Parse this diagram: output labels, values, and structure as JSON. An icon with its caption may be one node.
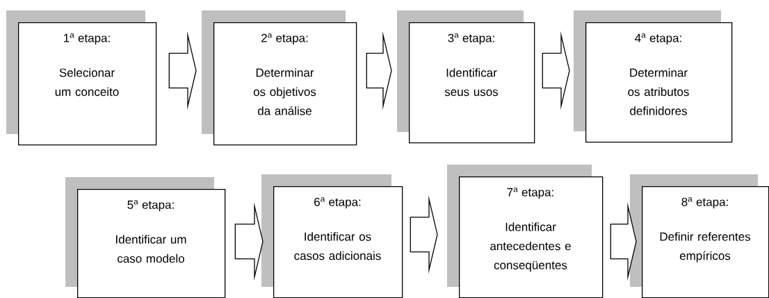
{
  "diagram": {
    "nodes": [
      {
        "text": [
          "1$^{a}$ etapa:",
          "Selecionar um conceito"
        ]
      },
      {
        "text": [
          "2$^{a}$ etapa:",
          "Determinar os objetivos da análise"
        ]
      },
      {
        "text": [
          "3$^{a}$ etapa:",
          "Identificar seus usos"
        ]
      },
      {
        "text": [
          "4$^{a}$ etapa:",
          "Determinar os atributos definidores"
        ]
      },
      {
        "text": [
          "5$^{a}$ etapa:",
          "Identificar um caso modelo"
        ]
      },
      {
        "text": [
          "6$^{a}$ etapa:",
          "Identificar os casos adicionais"
        ]
      },
      {
        "text": [
          "7$^{a}$ etapa:",
          "Identificar antecedentes e conseqüentes"
        ]
      },
      {
        "text": [
          "8$^{a}$ etapa:",
          "Definir referentes empíricos"
        ]
      }
    ],
    "edges": [
      {
        "from": 0,
        "to": 1,
        "arrow": "to"
      },
      {
        "from": 1,
        "to": 2,
        "arrow": "to"
      },
      {
        "from": 2,
        "to": 3,
        "arrow": "to"
      },
      {
        "from": 4,
        "to": 5,
        "arrow": "to"
      },
      {
        "from": 5,
        "to": 6,
        "arrow": "to"
      },
      {
        "from": 6,
        "to": 7,
        "arrow": "to"
      }
    ]
  }
}
